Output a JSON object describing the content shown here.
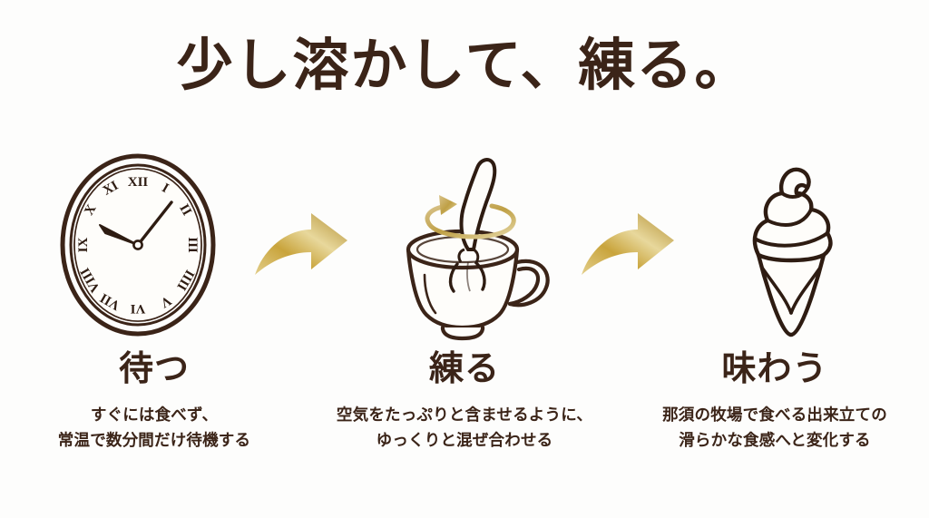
{
  "page": {
    "title": "少し溶かして、練る。",
    "background_color": "#fdfdfc",
    "ink_color": "#3b2418",
    "accent_color": "#c9a43c"
  },
  "steps": [
    {
      "icon": "wall-clock-icon",
      "heading": "待つ",
      "desc_line1": "すぐには食べず、",
      "desc_line2": "常温で数分間だけ待機する"
    },
    {
      "icon": "cup-with-spoon-stirring-icon",
      "heading": "練る",
      "desc_line1": "空気をたっぷりと含ませるように、",
      "desc_line2": "ゆっくりと混ぜ合わせる"
    },
    {
      "icon": "soft-serve-ice-cream-cone-icon",
      "heading": "味わう",
      "desc_line1": "那須の牧場で食べる出来立ての",
      "desc_line2": "滑らかな食感へと変化する"
    }
  ],
  "arrows": [
    {
      "name": "step-arrow-1",
      "direction": "right"
    },
    {
      "name": "step-arrow-2",
      "direction": "right"
    }
  ],
  "clock": {
    "numerals": [
      "XII",
      "I",
      "II",
      "III",
      "IIII",
      "V",
      "VI",
      "VII",
      "VIII",
      "IX",
      "X",
      "XI"
    ],
    "hour_hand_points_to": "10",
    "minute_hand_points_to": "1"
  }
}
